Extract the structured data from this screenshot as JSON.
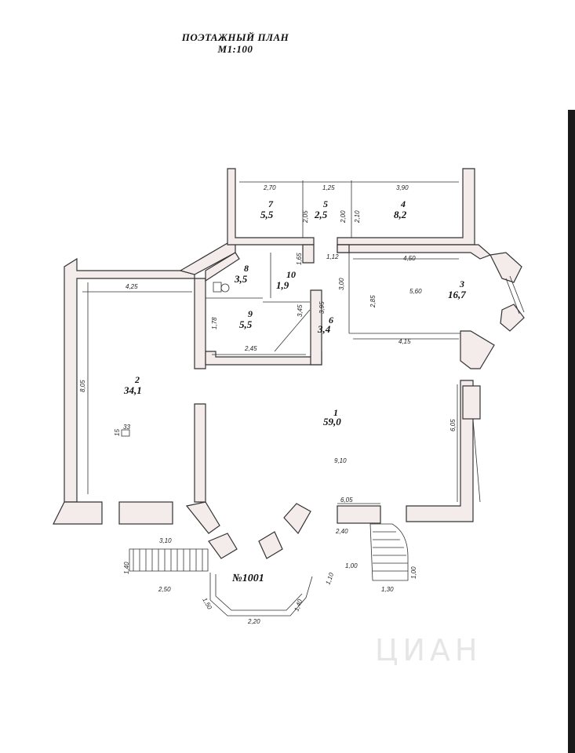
{
  "header": {
    "title": "ПОЭТАЖНЫЙ ПЛАН",
    "scale": "М1:100"
  },
  "plan_number": "№1001",
  "rooms": [
    {
      "num": "1",
      "area": "59,0"
    },
    {
      "num": "2",
      "area": "34,1"
    },
    {
      "num": "3",
      "area": "16,7"
    },
    {
      "num": "4",
      "area": "8,2"
    },
    {
      "num": "5",
      "area": "2,5"
    },
    {
      "num": "6",
      "area": "3,4"
    },
    {
      "num": "7",
      "area": "5,5"
    },
    {
      "num": "8",
      "area": "3,5"
    },
    {
      "num": "9",
      "area": "5,5"
    },
    {
      "num": "10",
      "area": "1,9"
    }
  ],
  "dimensions": [
    "2,70",
    "1,25",
    "3,90",
    "2,05",
    "2,00",
    "2,10",
    "1,65",
    "1,12",
    "4,50",
    "4,25",
    "3,00",
    "2,85",
    "5,60",
    "3,95",
    "3,45",
    "1,78",
    "2,45",
    "4,15",
    "8,05",
    "15",
    "33",
    "6,05",
    "9,10",
    "6,05",
    "2,40",
    "3,10",
    "1,40",
    "2,50",
    "1,00",
    "1,10",
    "1,00",
    "1,30",
    "1,50",
    "1,40",
    "2,20"
  ],
  "watermark": {
    "text": "ЦИАН"
  }
}
